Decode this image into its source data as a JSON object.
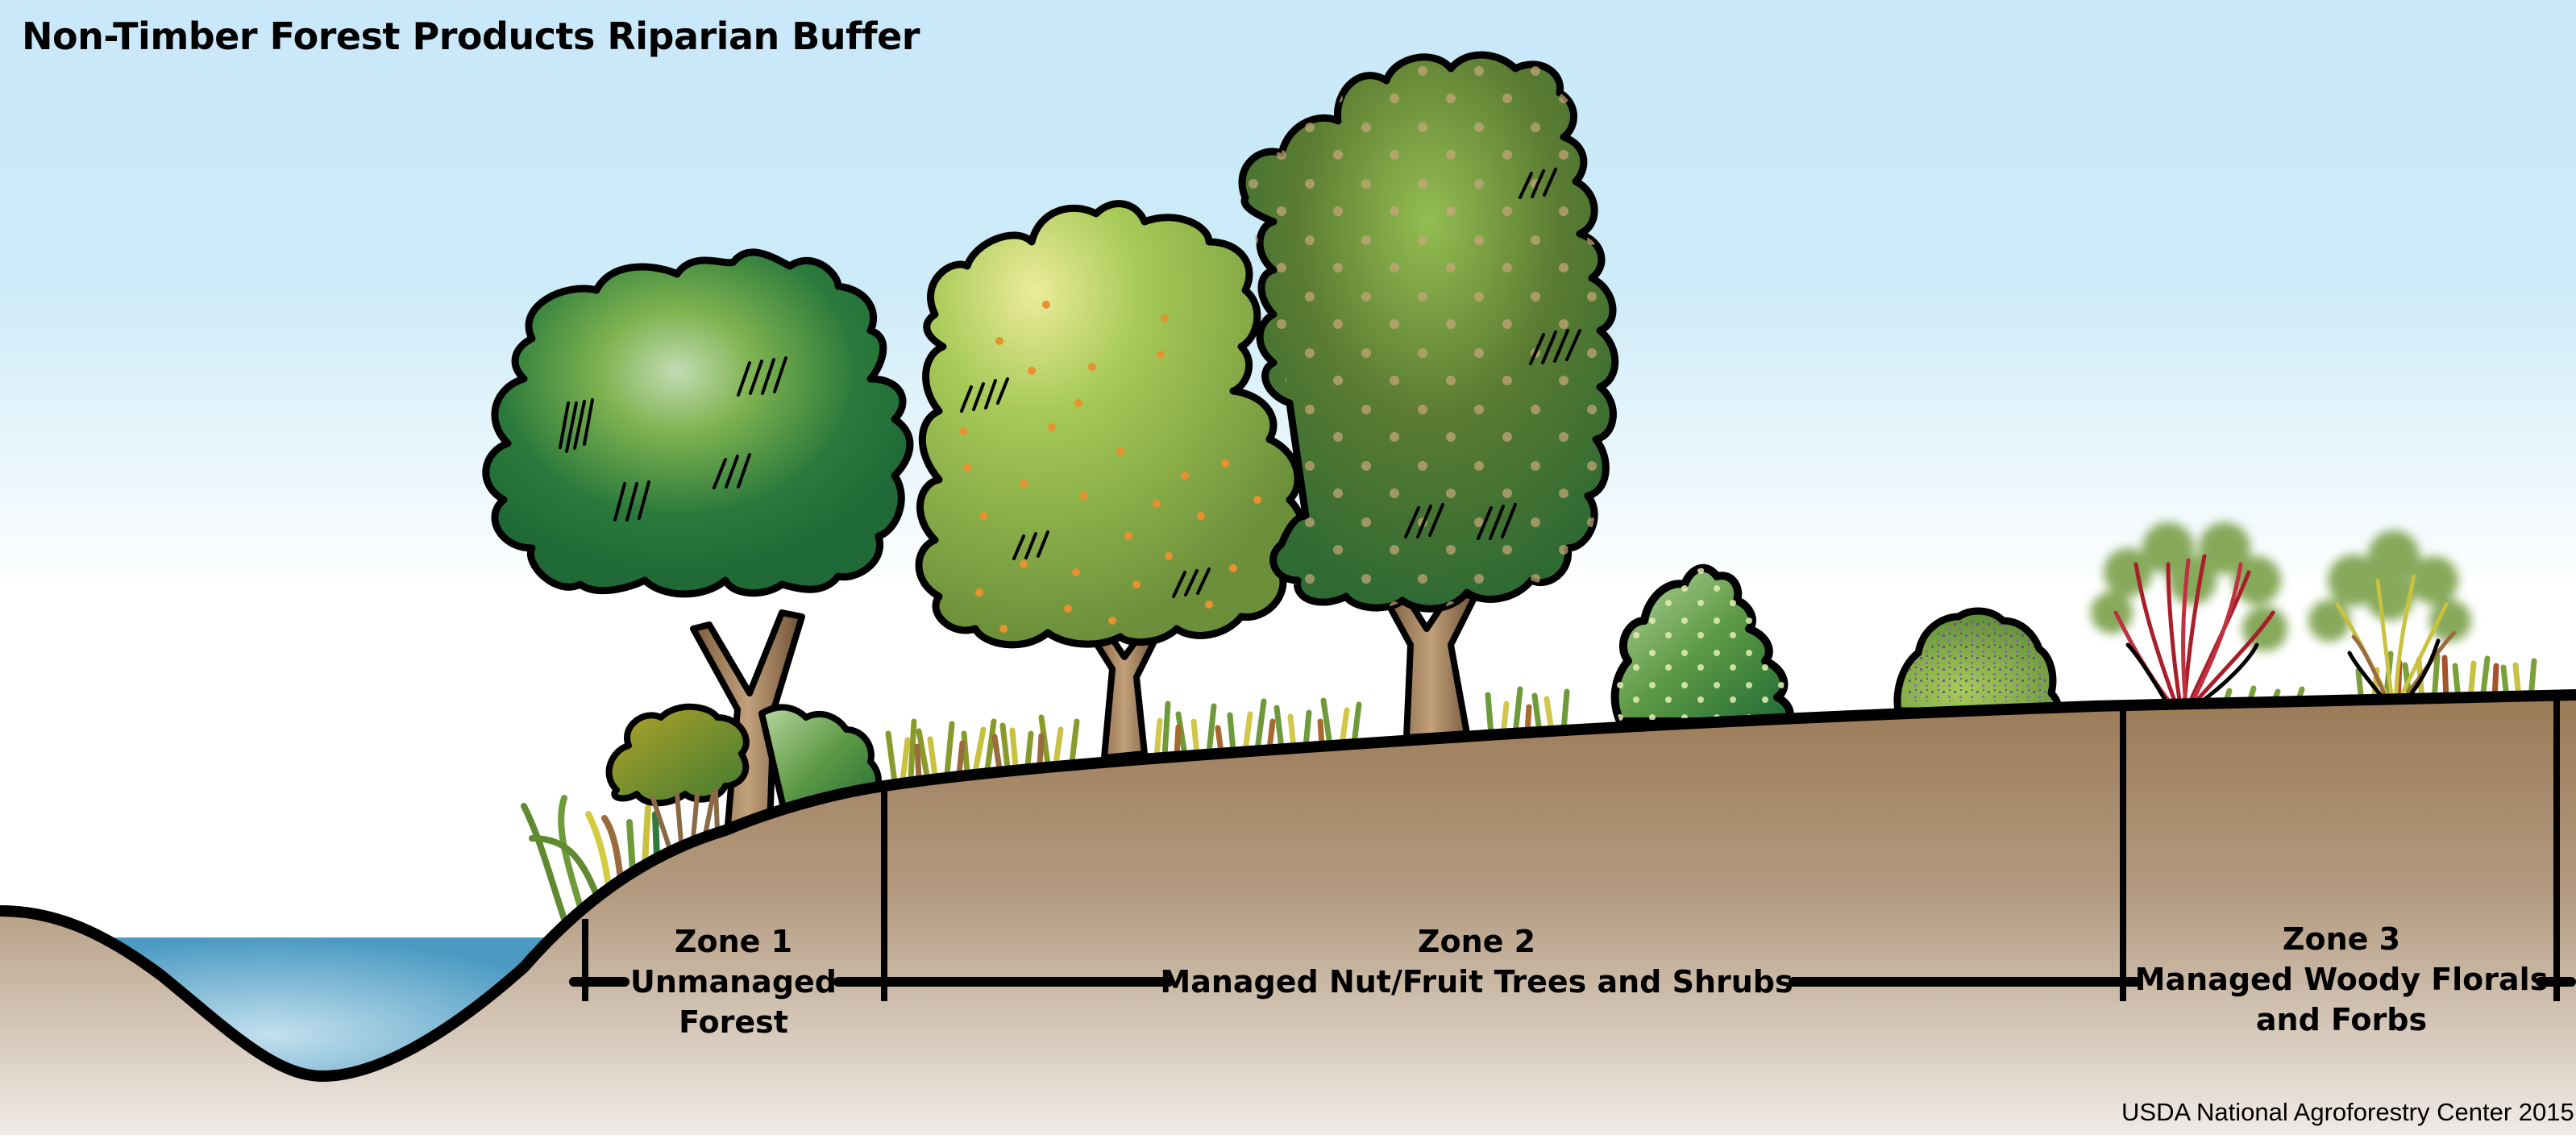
{
  "title": "Non-Timber Forest Products Riparian Buffer",
  "credit": "USDA National Agroforestry Center 2015",
  "zones": [
    {
      "name": "Zone 1",
      "lines": [
        "Unmanaged",
        "Forest"
      ]
    },
    {
      "name": "Zone 2",
      "lines": [
        "Managed Nut/Fruit Trees and Shrubs"
      ]
    },
    {
      "name": "Zone 3",
      "lines": [
        "Managed Woody Florals",
        "and Forbs"
      ]
    }
  ],
  "elements": {
    "stream": "stream-water",
    "tree_unmanaged": "unmanaged-forest-tree",
    "understory_shrubs": "understory-shrubs",
    "fruit_tree": "fruit-tree-orange-fruit",
    "nut_tree": "nut-tree",
    "flowering_shrub": "flowering-shrub-pale-blossoms",
    "purple_shrub": "purple-flowering-shrub",
    "red_twig": "red-twig-woody-floral",
    "yellow_twig": "yellow-twig-woody-floral",
    "forbs": "forbs-grasses"
  },
  "colors": {
    "sky_top": "#c9e8f9",
    "sky_bottom": "#ffffff",
    "soil_top": "#9b7a57",
    "soil_mid": "#b39a7f",
    "soil_bottom": "#f0ebe6",
    "water_light": "#c3e0ee",
    "water_dark": "#4a9ac2",
    "leaf_dark": "#1f6a37",
    "leaf_light": "#a6c957",
    "fruit_orange": "#e8912e",
    "outline": "#000000"
  }
}
